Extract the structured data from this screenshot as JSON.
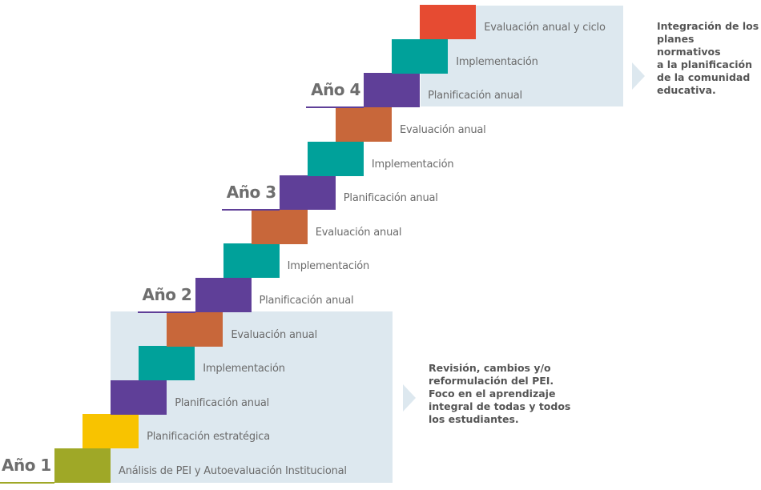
{
  "steps": [
    {
      "label": "Análisis de PEI y Autoevaluación Institucional",
      "color": "#9fa827"
    },
    {
      "label": "Planificación estratégica",
      "color": "#f8c300"
    },
    {
      "label": "Planificación anual",
      "color": "#5f3f98"
    },
    {
      "label": "Implementación",
      "color": "#00a19a"
    },
    {
      "label": "Evaluación anual",
      "color": "#c8673a"
    },
    {
      "label": "Planificación anual",
      "color": "#5f3f98"
    },
    {
      "label": "Implementación",
      "color": "#00a19a"
    },
    {
      "label": "Evaluación anual",
      "color": "#c8673a"
    },
    {
      "label": "Planificación anual",
      "color": "#5f3f98"
    },
    {
      "label": "Implementación",
      "color": "#00a19a"
    },
    {
      "label": "Evaluación anual",
      "color": "#c8673a"
    },
    {
      "label": "Planificación anual",
      "color": "#5f3f98"
    },
    {
      "label": "Implementación",
      "color": "#00a19a"
    },
    {
      "label": "Evaluación anual y ciclo",
      "color": "#e64b32"
    }
  ],
  "years": [
    {
      "label": "Año 1",
      "step": 0
    },
    {
      "label": "Año 2",
      "step": 5
    },
    {
      "label": "Año 3",
      "step": 8
    },
    {
      "label": "Año 4",
      "step": 11
    }
  ],
  "notes": {
    "lower": [
      "Revisión, cambios y/o",
      "reformulación del PEI.",
      "Foco en el aprendizaje",
      "integral de todas y todos",
      "los estudiantes."
    ],
    "upper": [
      "Integración de los",
      "planes normativos",
      "a la planificación",
      "de la comunidad",
      "educativa."
    ]
  }
}
